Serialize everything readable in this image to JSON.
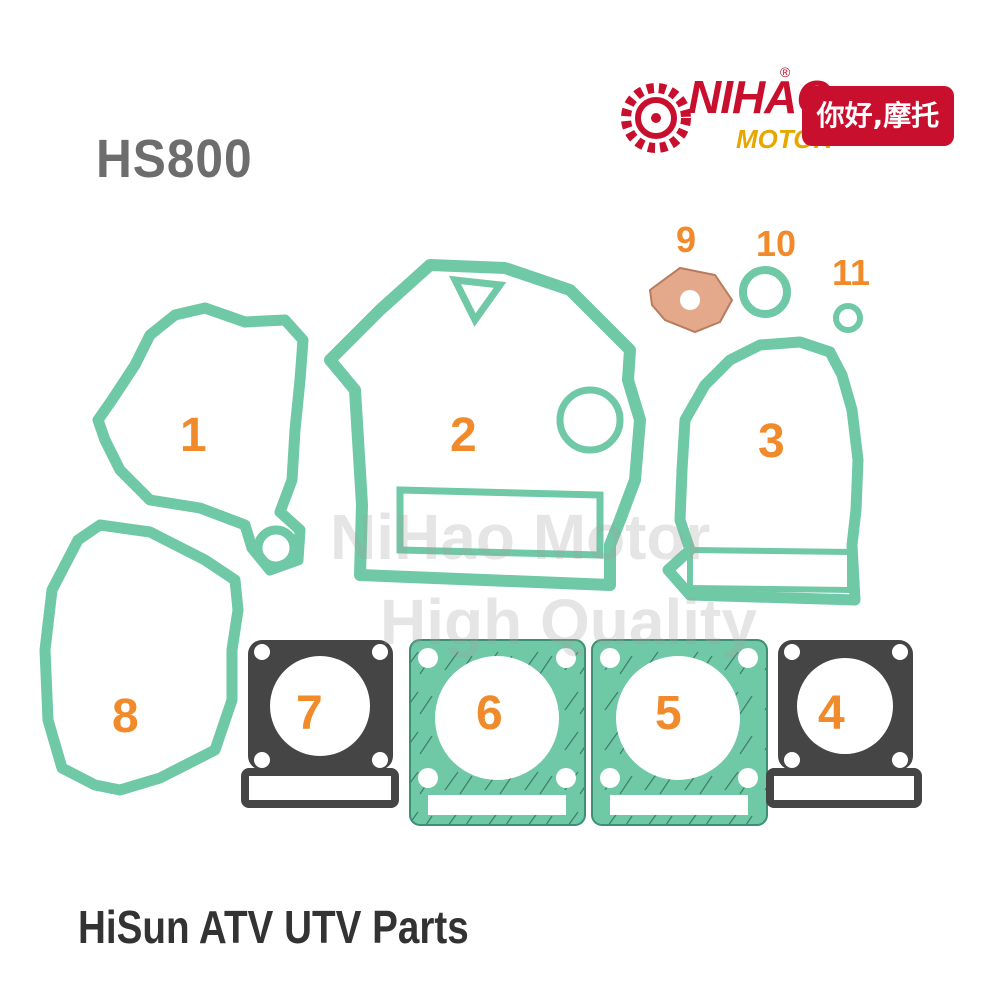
{
  "title": "HS800",
  "footer": "HiSun ATV UTV Parts",
  "watermark": {
    "line1": "NiHao Motor",
    "line2": "High Quality"
  },
  "logo": {
    "name": "NIHAO",
    "sub": "MOTOR",
    "reg": "®",
    "cn": "你好,摩托"
  },
  "parts": [
    {
      "label": "1"
    },
    {
      "label": "2"
    },
    {
      "label": "3"
    },
    {
      "label": "4"
    },
    {
      "label": "5"
    },
    {
      "label": "6"
    },
    {
      "label": "7"
    },
    {
      "label": "8"
    },
    {
      "label": "9"
    },
    {
      "label": "10"
    },
    {
      "label": "11"
    }
  ],
  "colors": {
    "gasket_green": "#6fc8a6",
    "gasket_edge": "#3d8f75",
    "head_gasket": "#454545",
    "copper": "#e3a98a",
    "number": "#f08a2a",
    "brand_red": "#c8102e"
  }
}
